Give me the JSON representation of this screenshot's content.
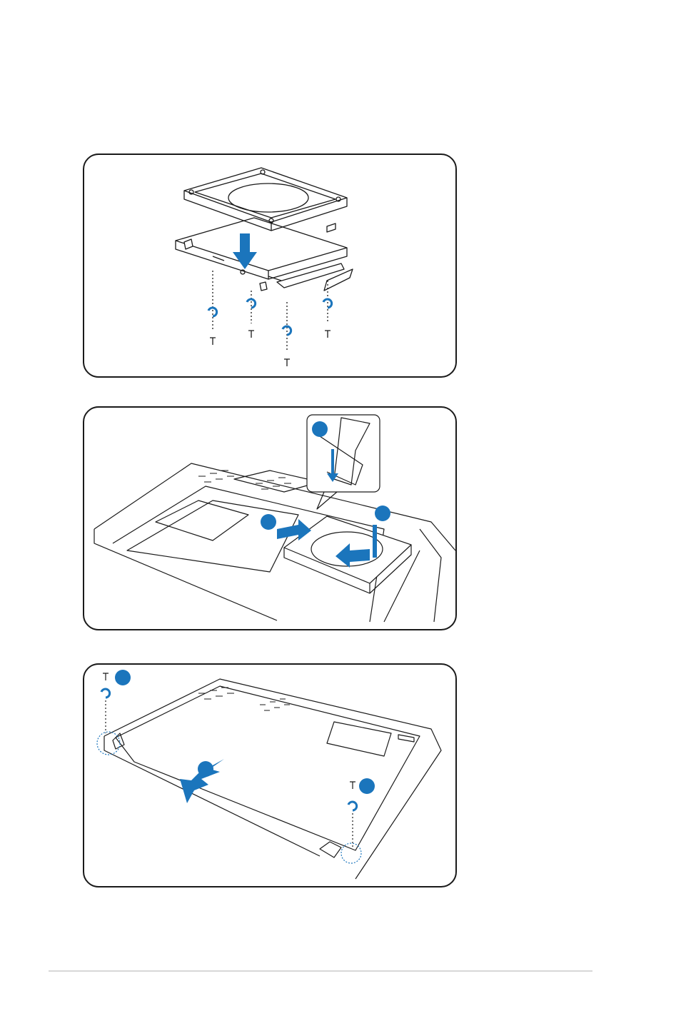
{
  "page": {
    "accent_blue": "#1b75bc",
    "line_color": "#1a1a1a",
    "footer_rule_color": "#d8d8d8"
  },
  "figures": [
    {
      "id": "figure-1",
      "depicts": "hard-disk-drive-into-bracket-with-screws",
      "icons": [
        "hdd-icon",
        "bracket-icon",
        "down-arrow-icon",
        "screw-icon",
        "rotate-icon"
      ]
    },
    {
      "id": "figure-2",
      "depicts": "hdd-inserted-into-laptop-bay-with-connector-inset",
      "icons": [
        "laptop-bottom-icon",
        "hdd-icon",
        "connector-inset-icon",
        "arrow-icon",
        "step-dot-icon"
      ]
    },
    {
      "id": "figure-3",
      "depicts": "laptop-bottom-cover-reattached-with-screws",
      "icons": [
        "laptop-bottom-icon",
        "screw-icon",
        "rotate-icon",
        "arrow-icon",
        "step-dot-icon"
      ]
    }
  ]
}
